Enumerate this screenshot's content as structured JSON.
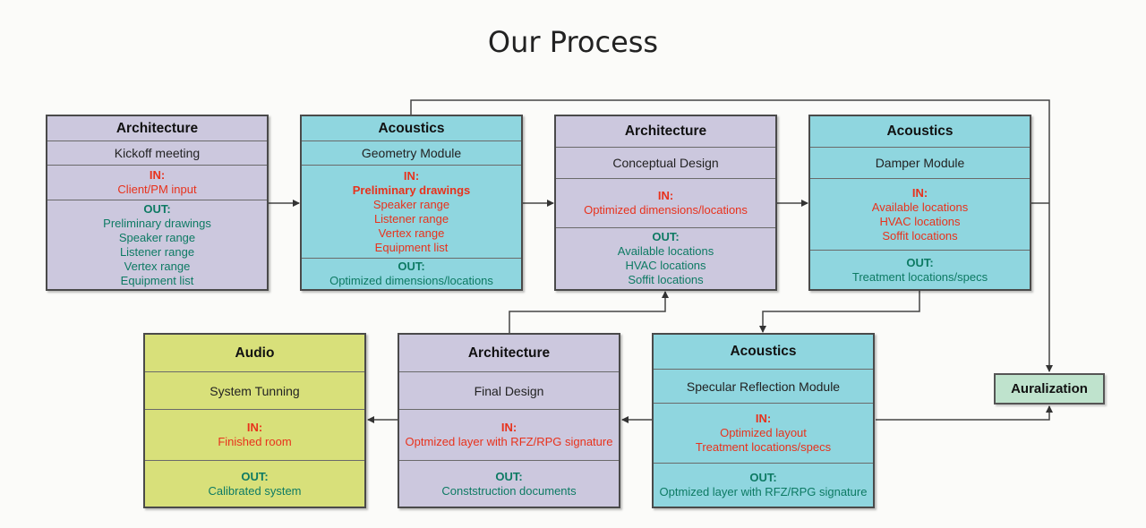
{
  "page": {
    "title": "Our Process"
  },
  "boxes": {
    "b1": {
      "discipline": "Architecture",
      "step": "Kickoff meeting",
      "in_label": "IN:",
      "in_items": [
        "Client/PM input"
      ],
      "out_label": "OUT:",
      "out_items": [
        "Preliminary drawings",
        "Speaker range",
        "Listener range",
        "Vertex range",
        "Equipment list"
      ]
    },
    "b2": {
      "discipline": "Acoustics",
      "step": "Geometry Module",
      "in_label": "IN:",
      "in_items": [
        "Preliminary drawings",
        "Speaker range",
        "Listener range",
        "Vertex range",
        "Equipment list"
      ],
      "out_label": "OUT:",
      "out_items": [
        "Optimized dimensions/locations"
      ]
    },
    "b3": {
      "discipline": "Architecture",
      "step": "Conceptual Design",
      "in_label": "IN:",
      "in_items": [
        "Optimized dimensions/locations"
      ],
      "out_label": "OUT:",
      "out_items": [
        "Available locations",
        "HVAC locations",
        "Soffit locations"
      ]
    },
    "b4": {
      "discipline": "Acoustics",
      "step": "Damper Module",
      "in_label": "IN:",
      "in_items": [
        "Available locations",
        "HVAC locations",
        "Soffit locations"
      ],
      "out_label": "OUT:",
      "out_items": [
        "Treatment locations/specs"
      ]
    },
    "b5": {
      "discipline": "Acoustics",
      "step": "Specular Reflection Module",
      "in_label": "IN:",
      "in_items": [
        "Optimized layout",
        "Treatment locations/specs"
      ],
      "out_label": "OUT:",
      "out_items": [
        "Optmized layer with RFZ/RPG signature"
      ]
    },
    "b6": {
      "discipline": "Architecture",
      "step": "Final Design",
      "in_label": "IN:",
      "in_items": [
        "Optmized layer with RFZ/RPG signature"
      ],
      "out_label": "OUT:",
      "out_items": [
        "Conststruction documents"
      ]
    },
    "b7": {
      "discipline": "Audio",
      "step": "System Tunning",
      "in_label": "IN:",
      "in_items": [
        "Finished room"
      ],
      "out_label": "OUT:",
      "out_items": [
        "Calibrated system"
      ]
    }
  },
  "auralization": {
    "label": "Auralization"
  },
  "colors": {
    "architecture": "#ccc8de",
    "acoustics": "#8fd6df",
    "audio": "#d8e07a",
    "auralization": "#bfe3cd",
    "in_text": "#e8321c",
    "out_text": "#0d7a63"
  }
}
